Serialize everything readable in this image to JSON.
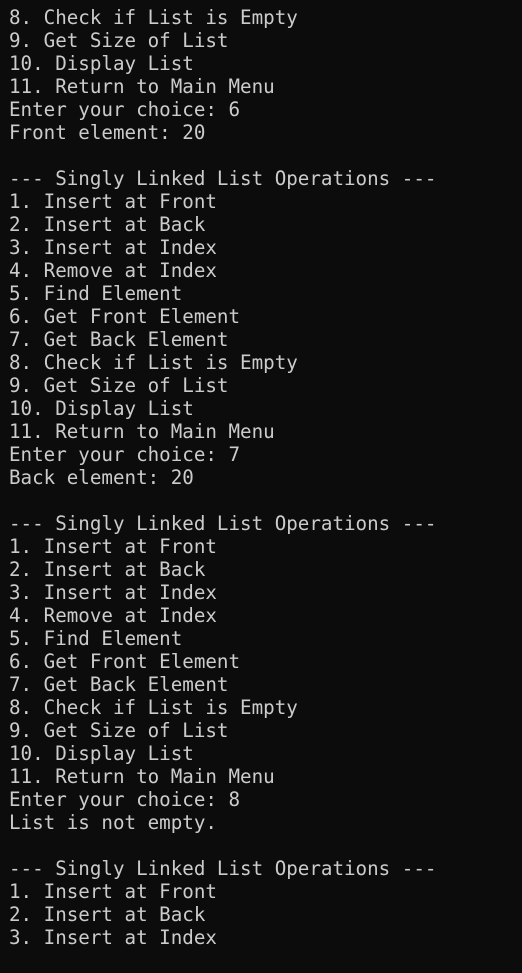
{
  "terminal": {
    "lines": [
      "8. Check if List is Empty",
      "9. Get Size of List",
      "10. Display List",
      "11. Return to Main Menu",
      "Enter your choice: 6",
      "Front element: 20",
      "",
      "--- Singly Linked List Operations ---",
      "1. Insert at Front",
      "2. Insert at Back",
      "3. Insert at Index",
      "4. Remove at Index",
      "5. Find Element",
      "6. Get Front Element",
      "7. Get Back Element",
      "8. Check if List is Empty",
      "9. Get Size of List",
      "10. Display List",
      "11. Return to Main Menu",
      "Enter your choice: 7",
      "Back element: 20",
      "",
      "--- Singly Linked List Operations ---",
      "1. Insert at Front",
      "2. Insert at Back",
      "3. Insert at Index",
      "4. Remove at Index",
      "5. Find Element",
      "6. Get Front Element",
      "7. Get Back Element",
      "8. Check if List is Empty",
      "9. Get Size of List",
      "10. Display List",
      "11. Return to Main Menu",
      "Enter your choice: 8",
      "List is not empty.",
      "",
      "--- Singly Linked List Operations ---",
      "1. Insert at Front",
      "2. Insert at Back",
      "3. Insert at Index"
    ]
  }
}
